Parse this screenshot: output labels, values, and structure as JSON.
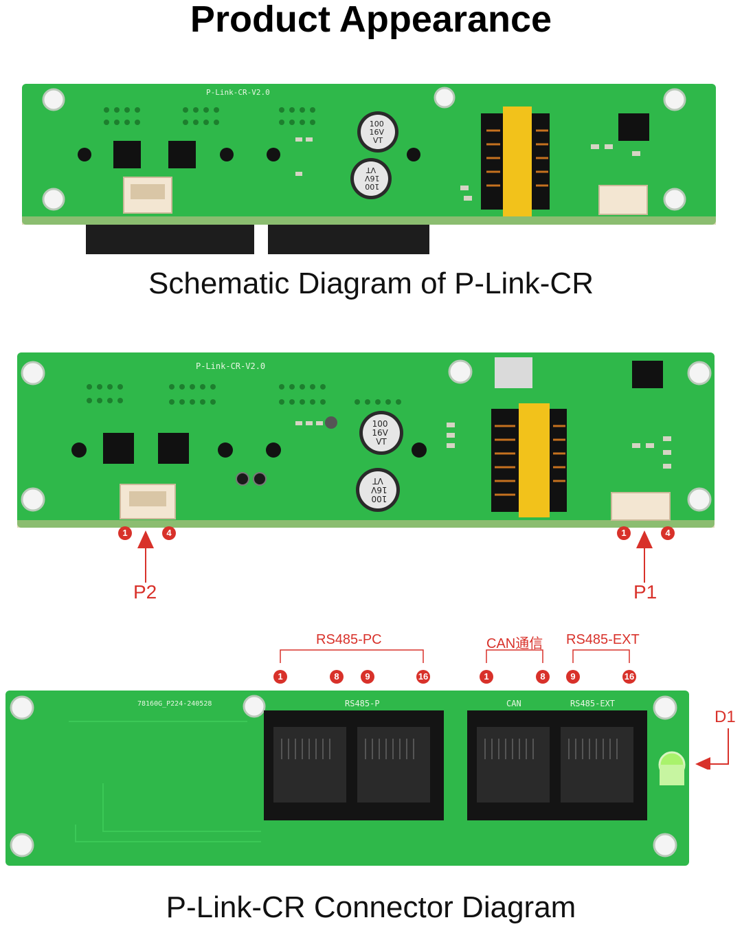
{
  "title": "Product Appearance",
  "board1": {
    "silkscreen": "P-Link-CR-V2.0",
    "cap_top": [
      "100",
      "16V",
      "VT"
    ],
    "cap_bottom": [
      "100",
      "16V",
      "VT"
    ]
  },
  "caption1": "Schematic Diagram of P-Link-CR",
  "board2": {
    "silkscreen": "P-Link-CR-V2.0",
    "cap_top": [
      "100",
      "16V",
      "VT"
    ],
    "cap_bottom": [
      "100",
      "16V",
      "VT"
    ],
    "p2": {
      "label": "P2",
      "pin_start": "1",
      "pin_end": "4"
    },
    "p1": {
      "label": "P1",
      "pin_start": "1",
      "pin_end": "4"
    }
  },
  "board3": {
    "silkscreen": "78160G_P224-240528",
    "groups": [
      {
        "label": "RS485-PC",
        "pins": [
          "1",
          "8",
          "9",
          "16"
        ]
      },
      {
        "label": "CAN通信",
        "pins": [
          "1",
          "8"
        ]
      },
      {
        "label": "RS485-EXT",
        "pins": [
          "9",
          "16"
        ]
      }
    ],
    "port_labels": [
      "RS485-P",
      "CAN",
      "RS485-EXT"
    ],
    "led_label": "D1"
  },
  "caption3": "P-Link-CR Connector Diagram",
  "colors": {
    "pcb": "#2fb84a",
    "pcb_dark": "#1f9a37",
    "accent_red": "#d8312a",
    "transformer": "#f2c21b"
  }
}
